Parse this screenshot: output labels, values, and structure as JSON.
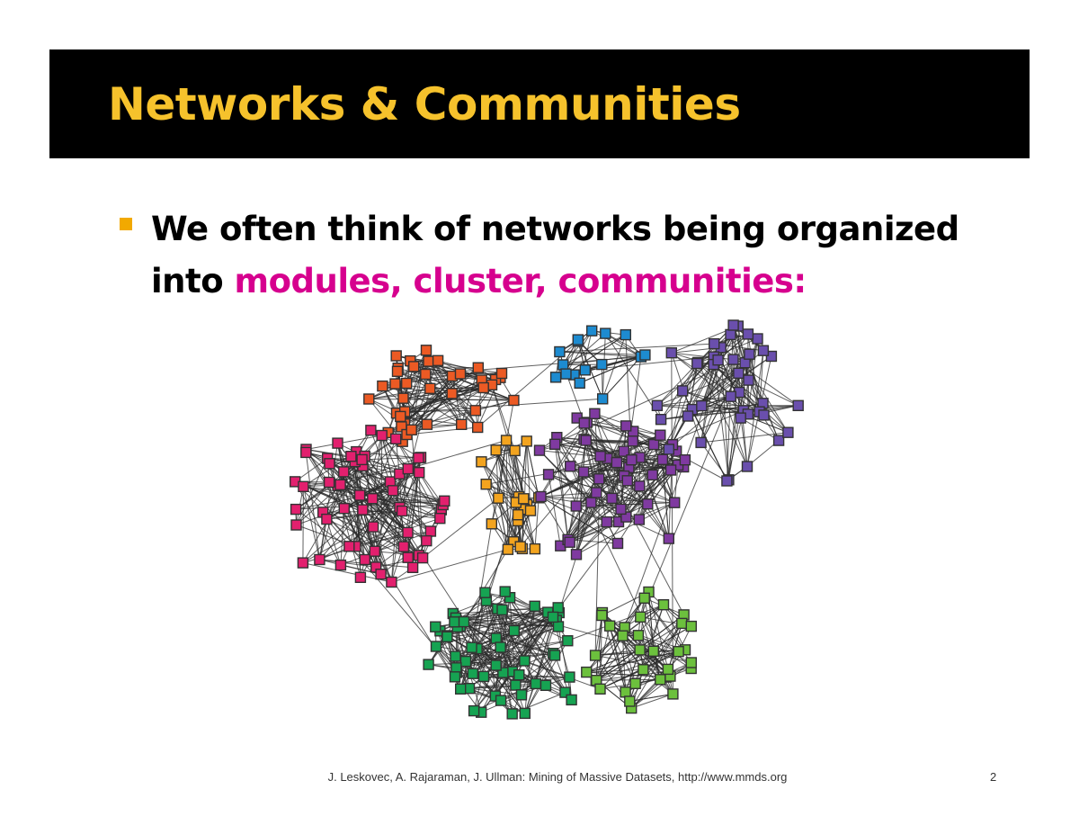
{
  "slide": {
    "title": "Networks & Communities",
    "bullet": {
      "text_before": "We often think of networks being organized into ",
      "highlight": "modules, cluster, communities:"
    },
    "footer": "J. Leskovec, A. Rajaraman, J. Ullman: Mining of Massive Datasets, http://www.mmds.org",
    "page_number": "2"
  },
  "colors": {
    "title": "#f6c22c",
    "title_bar": "#000000",
    "bullet_marker": "#f2a900",
    "highlight": "#d6008e"
  },
  "network": {
    "communities": [
      {
        "name": "orange-red",
        "color": "#ec5a24"
      },
      {
        "name": "magenta",
        "color": "#e2206e"
      },
      {
        "name": "yellow-orange",
        "color": "#f3a41f"
      },
      {
        "name": "blue",
        "color": "#1d8bd0"
      },
      {
        "name": "purple",
        "color": "#7f3aa0"
      },
      {
        "name": "violet",
        "color": "#6a4fad"
      },
      {
        "name": "green",
        "color": "#16a352"
      },
      {
        "name": "light-green",
        "color": "#6cc03d"
      }
    ]
  }
}
